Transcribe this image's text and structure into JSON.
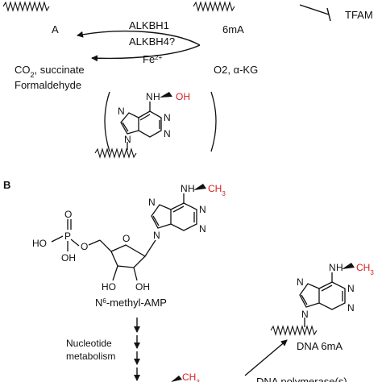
{
  "panels": {
    "b": "B"
  },
  "panel_a": {
    "reverse_enzyme_1": "ALKBH1",
    "reverse_enzyme_2": "ALKBH4?",
    "product": "A",
    "substrate": "6mA",
    "cofactor_metal": "Fe",
    "cofactor_metal_sup": "2+",
    "byproducts_line_prefix": "CO",
    "byproducts_line_sub": "2",
    "byproducts_line_suffix": ", succinate",
    "byproducts_line_2": "Formaldehyde",
    "cosubstrates": "O2, α-KG",
    "tfam": "TFAM",
    "intermediate_nh": "N",
    "intermediate_h": "H",
    "intermediate_oh": "OH",
    "ring_n": "N"
  },
  "panel_b": {
    "methyl_group": "CH",
    "methyl_sub": "3",
    "nh_label": "H",
    "n_label": "N",
    "phosphate_p": "P",
    "phosphate_o": "O",
    "phosphate_oh": "OH",
    "phosphate_ho": "HO",
    "ribose_o": "O",
    "ribose_oh_1": "HO",
    "ribose_oh_2": "OH",
    "compound_name_prefix": "N",
    "compound_name_sup": "6",
    "compound_name_suffix": "-methyl-AMP",
    "pathway_label_1": "Nucleotide",
    "pathway_label_2": "metabolism",
    "dna_label": "DNA 6mA",
    "polymerase_label": "DNA polymerase(s)"
  }
}
